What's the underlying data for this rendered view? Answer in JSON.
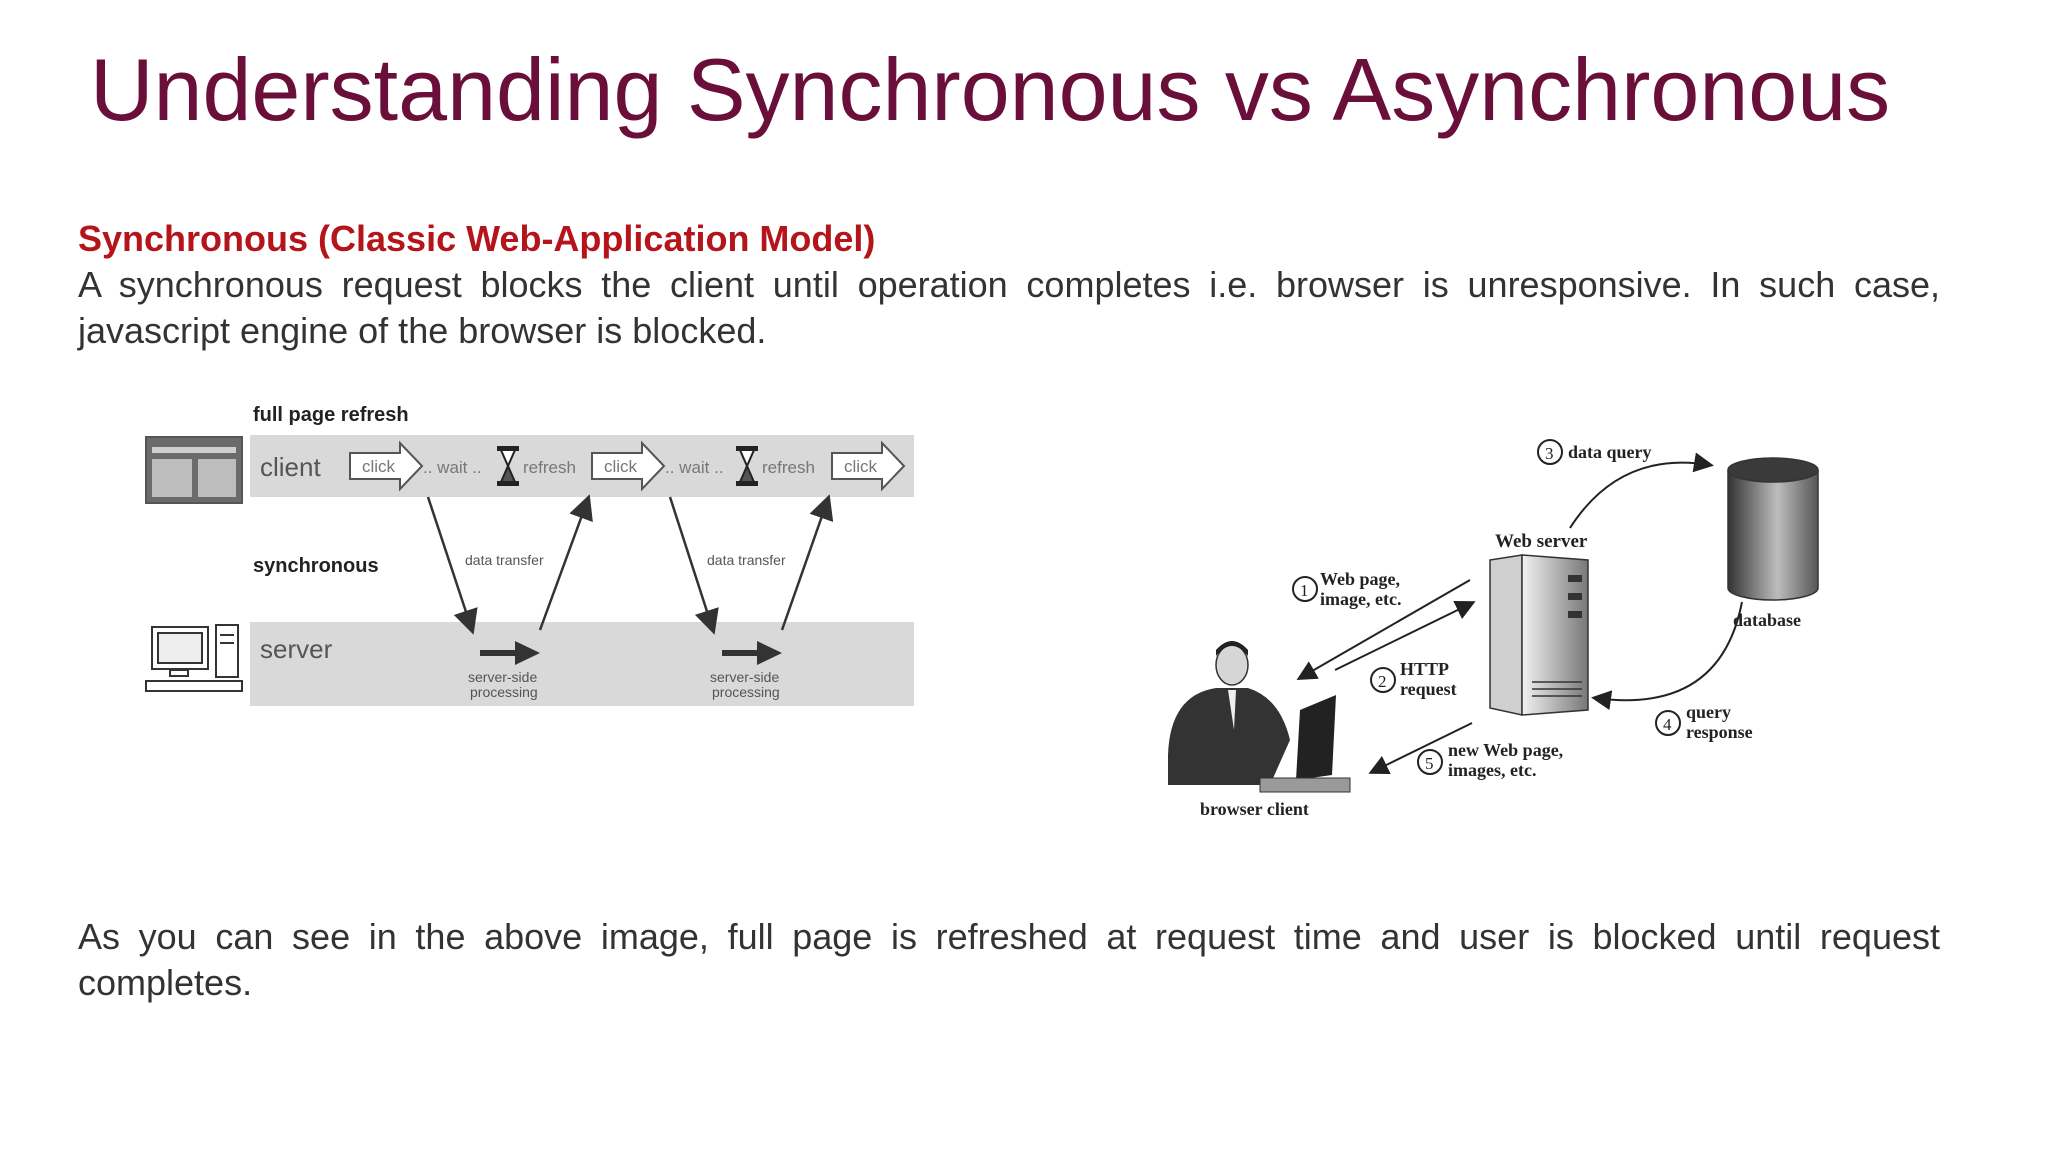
{
  "slide": {
    "title": "Understanding Synchronous vs Asynchronous",
    "section_heading": "Synchronous (Classic Web-Application Model)",
    "paragraph_1": "A synchronous request blocks the client until operation completes i.e. browser is unresponsive. In such case, javascript engine of the browser is blocked.",
    "paragraph_2": "As you can see in the above image, full page is refreshed at request time and user is blocked until request completes."
  },
  "timeline_diagram": {
    "header": "full page refresh",
    "client_label": "client",
    "server_label": "server",
    "mode_label": "synchronous",
    "click_label": "click",
    "wait_label": ".. wait ..",
    "refresh_label": "refresh",
    "transfer_label": "data transfer",
    "processing_label_1": "server-side",
    "processing_label_2": "processing"
  },
  "web_model_diagram": {
    "web_server_label": "Web server",
    "database_label": "database",
    "browser_client_label": "browser client",
    "steps": [
      {
        "num": "1",
        "line1": "Web page,",
        "line2": "image, etc."
      },
      {
        "num": "2",
        "line1": "HTTP",
        "line2": "request"
      },
      {
        "num": "3",
        "line1": "data query",
        "line2": ""
      },
      {
        "num": "4",
        "line1": "query",
        "line2": "response"
      },
      {
        "num": "5",
        "line1": "new Web page,",
        "line2": "images, etc."
      }
    ]
  },
  "colors": {
    "title": "#6a0e3a",
    "heading": "#b3151b",
    "body_text": "#333333",
    "timeline_band": "#d9d9d9"
  }
}
